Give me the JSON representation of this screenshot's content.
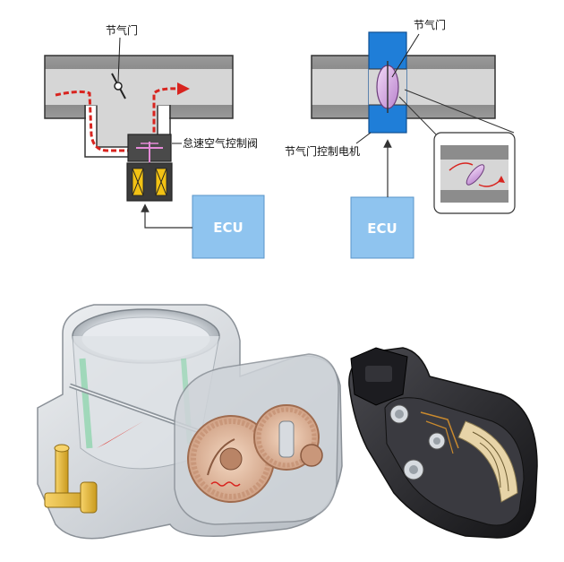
{
  "left_diagram": {
    "throttle_label": "节气门",
    "idle_valve_label": "怠速空气控制阀",
    "ecu_label": "ECU"
  },
  "right_diagram": {
    "throttle_label": "节气门",
    "motor_label": "节气门控制电机",
    "ecu_label": "ECU"
  },
  "colors": {
    "pipe": "#8c8c8c",
    "pipe_inner": "#d6d6d6",
    "flow_arrow": "#d8241f",
    "ecu_box": "#8fc4ef",
    "motor_blue": "#1f7ed8",
    "throttle_plate": "#d7a8e6",
    "solenoid_yellow": "#f2c214",
    "photo_housing": "#d9dde2",
    "photo_gear": "#e3b899",
    "sensor_black": "#2a2a2e"
  },
  "icons": {
    "throttle_plate": "butterfly-valve-icon",
    "solenoid": "solenoid-coil-icon",
    "callout": "zoom-callout-icon"
  }
}
